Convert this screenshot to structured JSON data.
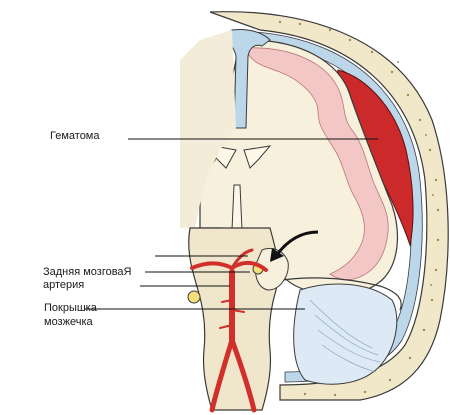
{
  "labels": {
    "hematoma": "Гематома",
    "posterior_cerebral_artery_line1": "Задняя мозговаЯ",
    "posterior_cerebral_artery_line2": "артерия",
    "tegmentum_line1": "Покрышка",
    "tegmentum_line2": "мозжечка"
  },
  "colors": {
    "skull_fill": "#f1e8c9",
    "skull_dots": "#9a8c5c",
    "brain_fill": "#f7f0dc",
    "gyri_pink": "#f2c7c5",
    "dura_blue": "#bcd6ea",
    "hematoma_red": "#cc2a2a",
    "artery_red": "#d12f2a",
    "cerebellum_blue": "#dde9f4",
    "outline": "#3a3a3a"
  },
  "icons": {
    "herniation_arrow": "curved-arrow-icon"
  }
}
